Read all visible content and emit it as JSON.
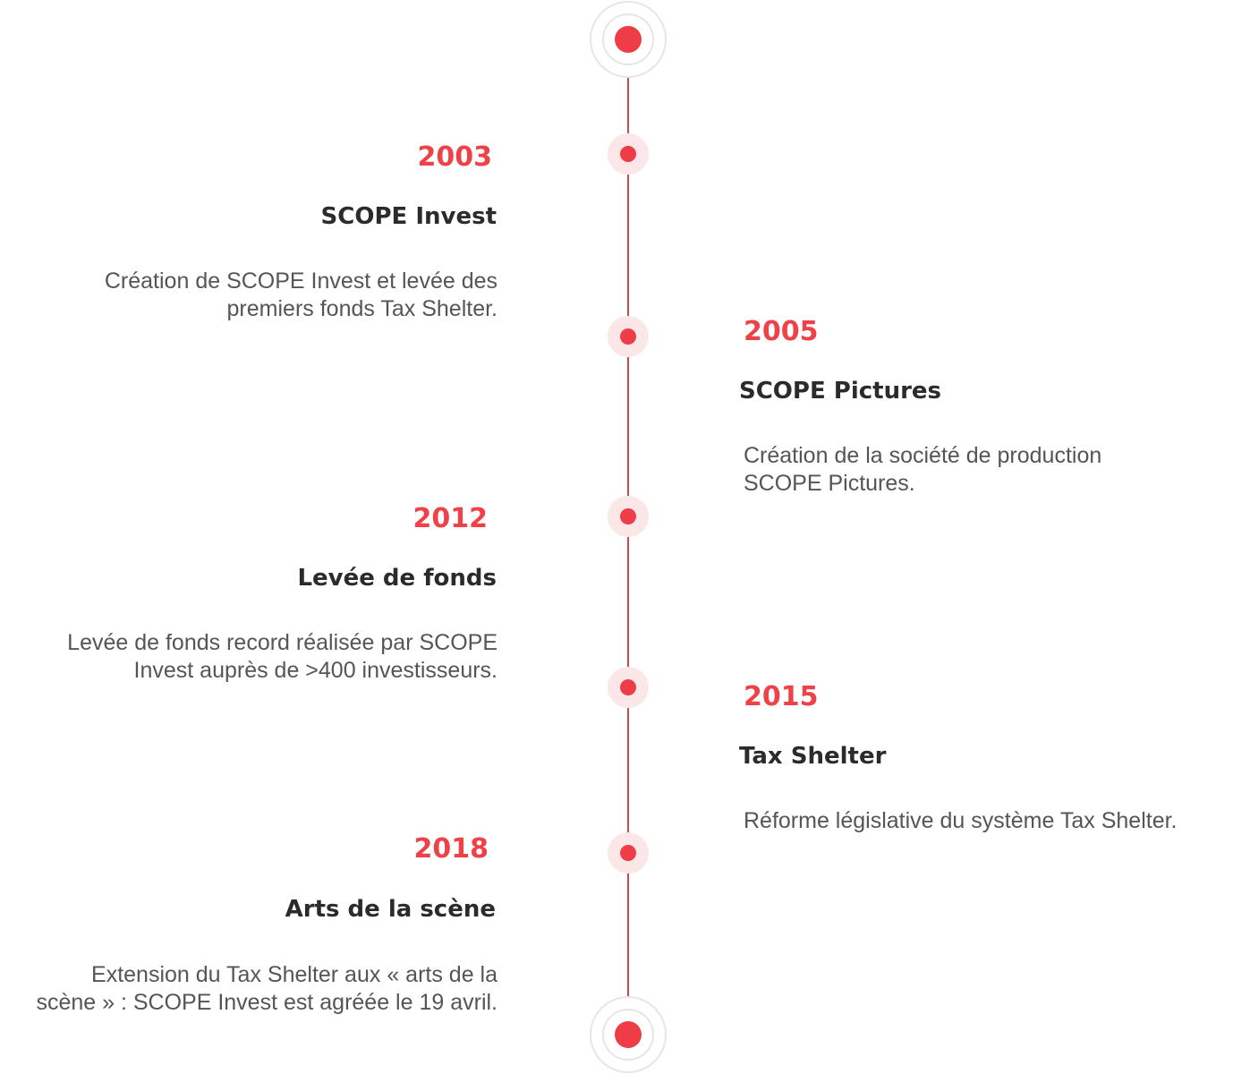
{
  "timeline": {
    "accent_color": "#ef3d47",
    "events": [
      {
        "year": "2003",
        "title": "SCOPE Invest",
        "description_lines": [
          "Création de SCOPE Invest et levée des",
          "premiers fonds Tax Shelter."
        ]
      },
      {
        "year": "2005",
        "title": "SCOPE Pictures",
        "description_lines": [
          "Création de la société de production",
          "SCOPE Pictures."
        ]
      },
      {
        "year": "2012",
        "title": "Levée de fonds",
        "description_lines": [
          "Levée de fonds record réalisée par SCOPE",
          "Invest auprès de >400 investisseurs."
        ]
      },
      {
        "year": "2015",
        "title": "Tax Shelter",
        "description_lines": [
          "Réforme législative du système Tax Shelter."
        ]
      },
      {
        "year": "2018",
        "title": "Arts de la scène",
        "description_lines": [
          "Extension du Tax Shelter aux « arts de la",
          "scène » : SCOPE Invest est agréée le 19 avril."
        ]
      }
    ]
  }
}
